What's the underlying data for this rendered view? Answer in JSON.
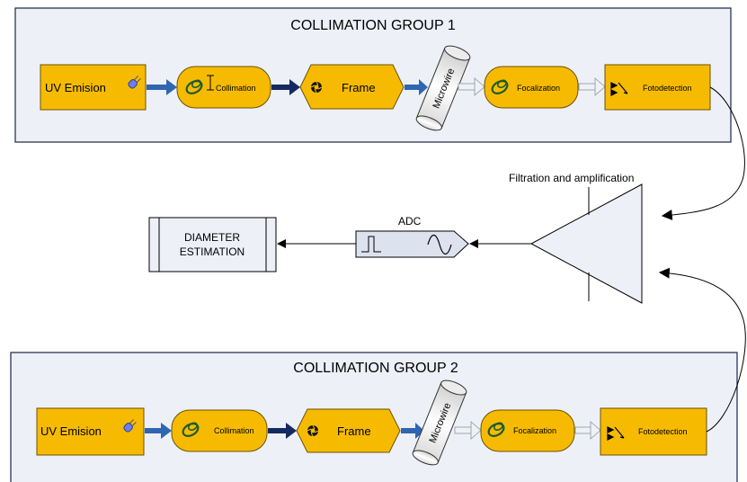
{
  "colors": {
    "group_bg": "#eef0f8",
    "group_border": "#2a3556",
    "block_fill": "#f6bb00",
    "block_border": "#6b5200",
    "adc_fill": "#dde2ef",
    "arrow_blue": "#2f66b1",
    "arrow_navy": "#142a62",
    "arrow_light": "#c4ccd6"
  },
  "group1": {
    "title": "COLLIMATION GROUP 1",
    "uv_label": "UV Emision",
    "collimation_label": "Collimation",
    "frame_label": "Frame",
    "microwire_label": "Microwire",
    "focalization_label": "Focalization",
    "fotodetection_label": "Fotodetection"
  },
  "group2": {
    "title": "COLLIMATION GROUP 2",
    "uv_label": "UV Emision",
    "collimation_label": "Collimation",
    "frame_label": "Frame",
    "microwire_label": "Microwire",
    "focalization_label": "Focalization",
    "fotodetection_label": "Fotodetection"
  },
  "amplifier": {
    "label": "Filtration and amplification"
  },
  "adc": {
    "label": "ADC"
  },
  "estimation": {
    "line1": "DIAMETER",
    "line2": "ESTIMATION"
  },
  "icons": [
    "led-icon",
    "lens-icon",
    "aperture-icon",
    "photodiode-icon",
    "square-wave-icon",
    "sine-wave-icon",
    "text-cursor-icon"
  ]
}
